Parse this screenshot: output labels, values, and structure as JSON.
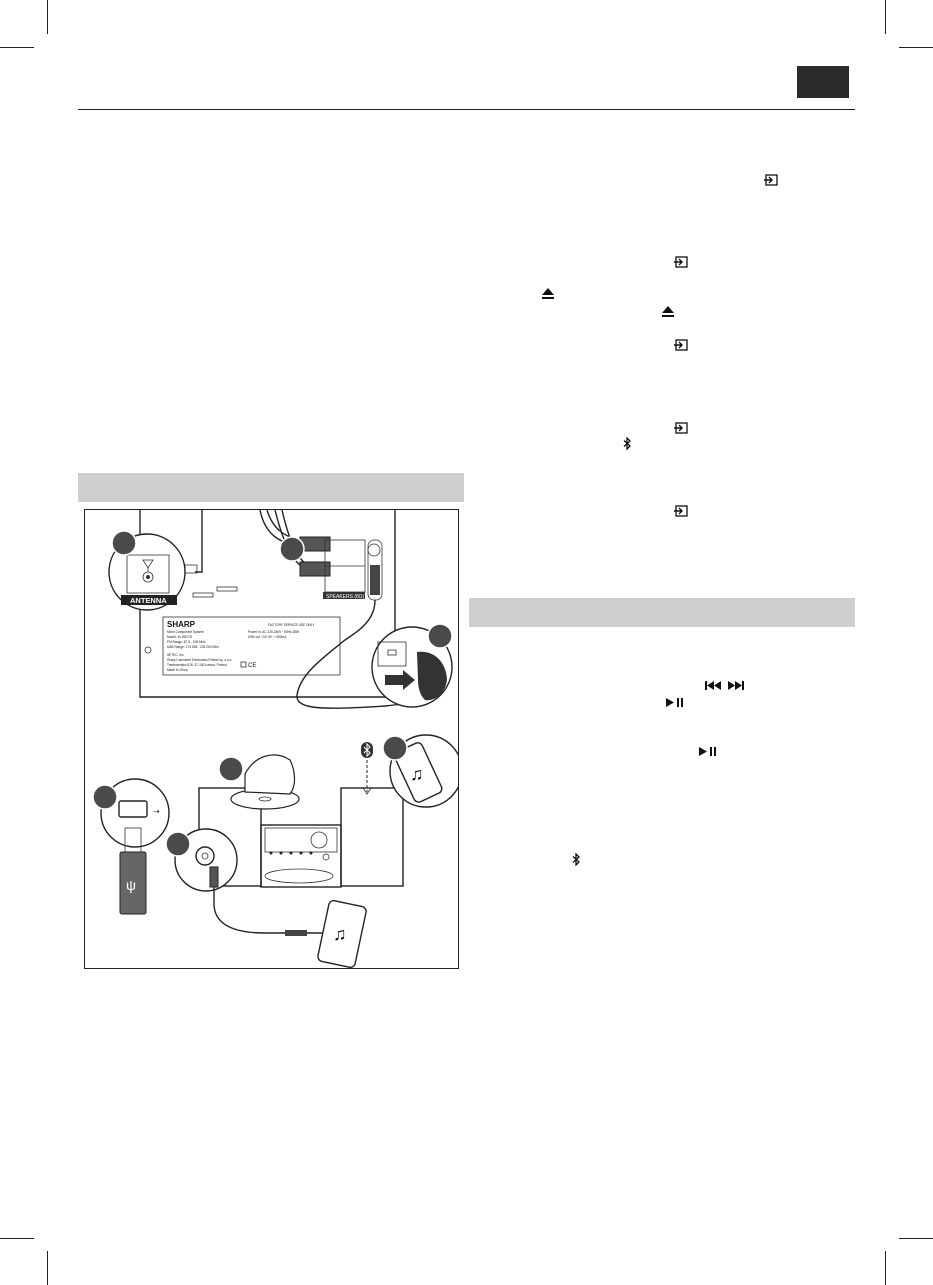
{
  "figure": {
    "antenna_label": "ANTENNA",
    "brand_label": "SHARP",
    "speakers_label": "SPEAKERS (8Ω)",
    "plate_lines": [
      "Micro Component System",
      "Model: XL-B517D",
      "FM Range: 87.5 - 108 MHz",
      "DAB Range: 174.928 - 239.200 MHz"
    ],
    "plate_right_lines": [
      "Power In: AC 220-240V~ 50Hz 28W",
      "USB out.: DC 5V ⎓ 500mA"
    ],
    "plate_company_lines": [
      "SETEC, Inc.",
      "Sharp Consumer Electronics Poland sp. z o.o.",
      "Trzebownisko 576, 37-100 Łańcut, Poland",
      "Made in China"
    ],
    "plate_header": "FACTORY SERVICE USE ONLY"
  },
  "colors": {
    "section_bar": "#cfcfcf",
    "callout": "#4a4a4a",
    "lang_box": "#2b2b2b"
  },
  "icons": {
    "input": "input-source-icon",
    "eject": "eject-icon",
    "bluetooth": "bluetooth-icon",
    "skip": "skip-back-forward-icon",
    "play_pause": "play-pause-icon"
  }
}
